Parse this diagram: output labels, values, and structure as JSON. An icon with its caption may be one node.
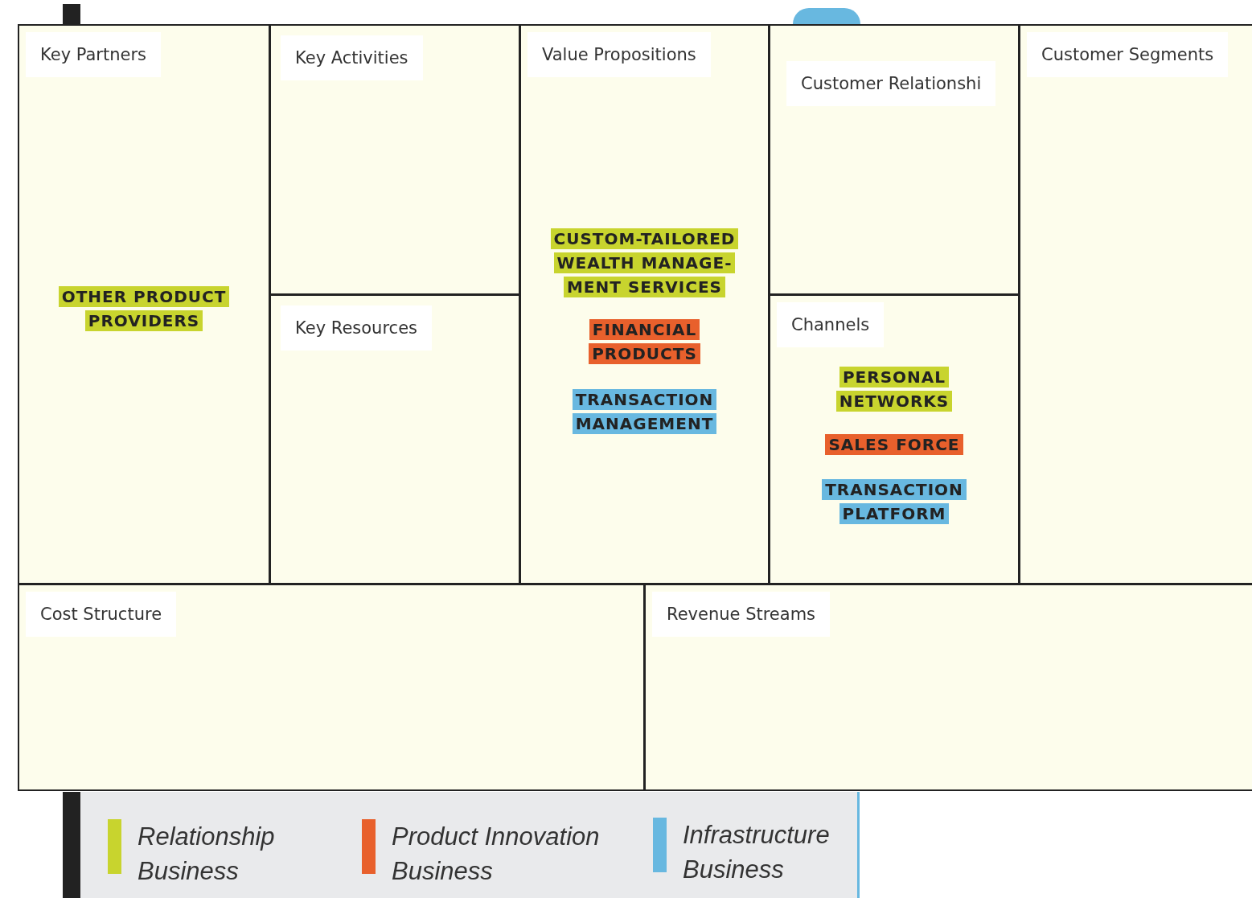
{
  "diagram": {
    "nodes": [
      {
        "text": [
          "Key Partners"
        ]
      },
      {
        "text": [
          "Key Activities"
        ]
      },
      {
        "text": [
          "Key Resources"
        ]
      },
      {
        "text": [
          "Value Propositions"
        ]
      },
      {
        "text": [
          "Customer Relationshi"
        ]
      },
      {
        "text": [
          "Channels"
        ]
      },
      {
        "text": [
          "Customer Segments"
        ]
      },
      {
        "text": [
          "Cost Structure"
        ]
      },
      {
        "text": [
          "Revenue Streams"
        ]
      },
      {
        "text": [
          "OTHER PRODUCT PROVIDERS"
        ],
        "in": 0
      },
      {
        "text": [
          "CUSTOM-TAILORED WEALTH MANAGE- MENT SERVICES"
        ],
        "in": 3
      },
      {
        "text": [
          "FINANCIAL PRODUCTS"
        ],
        "in": 3
      },
      {
        "text": [
          "TRANSACTION MANAGEMENT"
        ],
        "in": 3
      },
      {
        "text": [
          "PERSONAL NETWORKS"
        ],
        "in": 5
      },
      {
        "text": [
          "SALES FORCE"
        ],
        "in": 5
      },
      {
        "text": [
          "TRANSACTION PLATFORM"
        ],
        "in": 5
      },
      {
        "text": [],
        "shape": "bar"
      },
      {
        "text": [],
        "shape": "semicircle"
      },
      {
        "text": [],
        "shape": "bar"
      }
    ],
    "legend": [
      {
        "text": "Relationship Business",
        "color": "#c8d42e"
      },
      {
        "text": "Product Innovation Business",
        "color": "#e8602c"
      },
      {
        "text": "Infrastructure Business",
        "color": "#68b8e0"
      }
    ]
  }
}
